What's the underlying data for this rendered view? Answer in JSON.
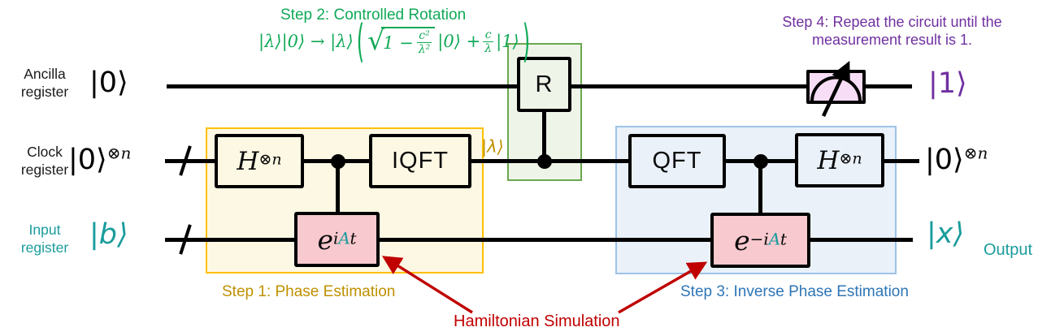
{
  "colors": {
    "teal": "#1A9C9C",
    "purple": "#7030A0",
    "gold": "#BF9000",
    "green": "#10A957",
    "blue": "#2E75B6",
    "red": "#C00000",
    "box_yellow_border": "#FFC000",
    "box_yellow_fill": "#FDF8E3",
    "box_green_border": "#6AA84F",
    "box_green_fill": "#EEF5E8",
    "box_blue_border": "#9DC3E6",
    "box_blue_fill": "#EAF1F9",
    "gate_pink_fill": "#F8C9CE",
    "meter_fill": "#F8DDF6",
    "wire_black": "#000000"
  },
  "registers": {
    "ancilla": {
      "label_line1": "Ancilla",
      "label_line2": "register",
      "state": "|0⟩",
      "output": "|1⟩"
    },
    "clock": {
      "label_line1": "Clock",
      "label_line2": "register",
      "state": "|0⟩",
      "state_sup": "⊗n",
      "output": "|0⟩",
      "output_sup": "⊗n"
    },
    "input": {
      "label_line1": "Input",
      "label_line2": "register",
      "state": "|b⟩",
      "output": "|x⟩",
      "output_caption": "Output"
    }
  },
  "gates": {
    "hadamard_left": {
      "base": "H",
      "sup": "⊗n"
    },
    "iqft": {
      "label": "IQFT"
    },
    "rotation": {
      "label": "R"
    },
    "qft": {
      "label": "QFT"
    },
    "hadamard_right": {
      "base": "H",
      "sup": "⊗n"
    },
    "e_iat": {
      "base": "e",
      "sup": [
        "i",
        "A",
        "t"
      ]
    },
    "e_neg_iat": {
      "base": "e",
      "sup": [
        "−i",
        "A",
        "t"
      ]
    }
  },
  "annotations": {
    "step1": "Step 1: Phase Estimation",
    "step2_title": "Step 2: Controlled Rotation",
    "step3": "Step 3: Inverse Phase Estimation",
    "step4_line1": "Step 4: Repeat the circuit until",
    "step4_line2": "the measurement result is 1.",
    "hamiltonian": "Hamiltonian Simulation",
    "lambda_wire_label": "|λ⟩"
  },
  "formula": {
    "lhs": "|λ⟩|0⟩ → |λ⟩",
    "open_paren": "(",
    "radical": "√",
    "under_radical": "1 −",
    "frac1_num": "c²",
    "frac1_den": "λ²",
    "after_radical": "|0⟩ +",
    "frac2_num": "c",
    "frac2_den": "λ",
    "tail": "|1⟩",
    "close_paren": ")"
  }
}
